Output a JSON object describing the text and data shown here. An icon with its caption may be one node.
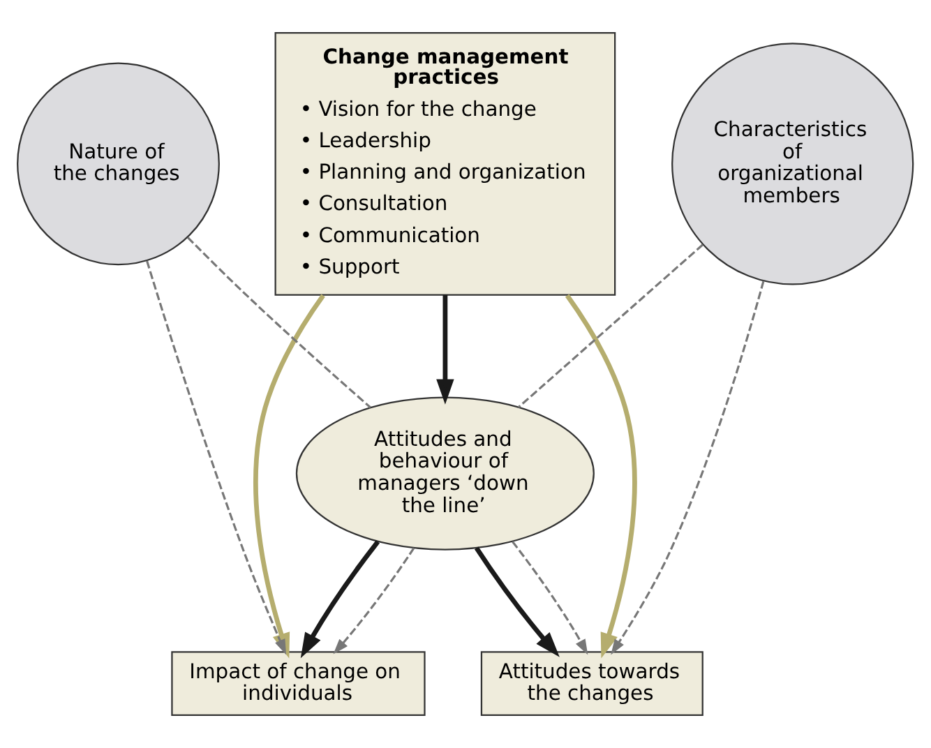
{
  "diagram": {
    "nodes": [
      {
        "text": [
          "Change management practices",
          "• Vision for the change",
          "• Leadership",
          "• Planning and organization",
          "• Consultation",
          "• Communication",
          "• Support"
        ]
      },
      {
        "text": [
          "Nature of the changes"
        ]
      },
      {
        "text": [
          "Characteristics of organizational members"
        ]
      },
      {
        "text": [
          "Attitudes and behaviour of managers ‘down the line’"
        ]
      },
      {
        "text": [
          "Impact of change on individuals"
        ]
      },
      {
        "text": [
          "Attitudes towards the changes"
        ]
      }
    ],
    "edges": [
      {
        "from": 0,
        "to": 3,
        "arrow": "to",
        "style": "thick",
        "color": "#1a1a1a"
      },
      {
        "from": 0,
        "to": 4,
        "arrow": "to",
        "style": "thick",
        "color": "#b5ad6e"
      },
      {
        "from": 0,
        "to": 5,
        "arrow": "to",
        "style": "thick",
        "color": "#b5ad6e"
      },
      {
        "from": 1,
        "to": 3,
        "arrow": "none",
        "style": "dashed"
      },
      {
        "from": 2,
        "to": 3,
        "arrow": "none",
        "style": "dashed"
      },
      {
        "from": 1,
        "to": 4,
        "arrow": "to",
        "style": "dashed"
      },
      {
        "from": 2,
        "to": 5,
        "arrow": "to",
        "style": "dashed"
      },
      {
        "from": 3,
        "to": 4,
        "arrow": "to",
        "style": "thick",
        "color": "#1a1a1a"
      },
      {
        "from": 3,
        "to": 5,
        "arrow": "to",
        "style": "thick",
        "color": "#1a1a1a"
      },
      {
        "from": 3,
        "to": 4,
        "arrow": "to",
        "style": "dashed"
      },
      {
        "from": 3,
        "to": 5,
        "arrow": "to",
        "style": "dashed"
      }
    ]
  }
}
